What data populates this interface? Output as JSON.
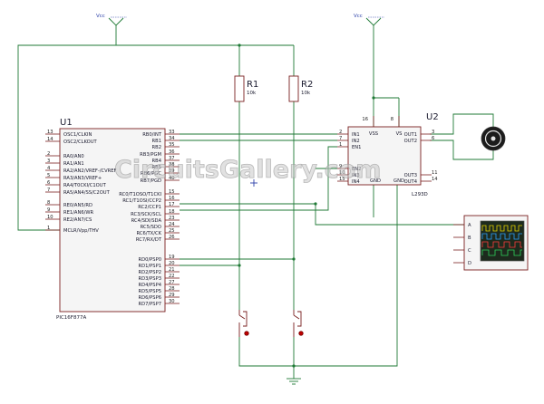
{
  "watermark": "CircuitsGallery.com",
  "power": {
    "left_label": "Vcc",
    "right_label": "Vcc"
  },
  "resistors": [
    {
      "name": "R1",
      "value": "10k"
    },
    {
      "name": "R2",
      "value": "10k"
    }
  ],
  "mcu": {
    "ref": "U1",
    "part": "PIC16F877A",
    "left_pins": [
      {
        "num": "13",
        "label": "OSC1/CLKIN"
      },
      {
        "num": "14",
        "label": "OSC2/CLKOUT"
      },
      {
        "num": "2",
        "label": "RA0/AN0"
      },
      {
        "num": "3",
        "label": "RA1/AN1"
      },
      {
        "num": "4",
        "label": "RA2/AN2/VREF-/CVREF"
      },
      {
        "num": "5",
        "label": "RA3/AN3/VREF+"
      },
      {
        "num": "6",
        "label": "RA4/T0CKI/C1OUT"
      },
      {
        "num": "7",
        "label": "RA5/AN4/SS/C2OUT"
      },
      {
        "num": "8",
        "label": "RE0/AN5/RD"
      },
      {
        "num": "9",
        "label": "RE1/AN6/WR"
      },
      {
        "num": "10",
        "label": "RE2/AN7/CS"
      },
      {
        "num": "1",
        "label": "MCLR/Vpp/THV"
      }
    ],
    "right_pins": [
      {
        "num": "33",
        "label": "RB0/INT"
      },
      {
        "num": "34",
        "label": "RB1"
      },
      {
        "num": "35",
        "label": "RB2"
      },
      {
        "num": "36",
        "label": "RB3/PGM"
      },
      {
        "num": "37",
        "label": "RB4"
      },
      {
        "num": "38",
        "label": "RB5"
      },
      {
        "num": "39",
        "label": "RB6/PGC"
      },
      {
        "num": "40",
        "label": "RB7/PGD"
      },
      {
        "num": "15",
        "label": "RC0/T1OSO/T1CKI"
      },
      {
        "num": "16",
        "label": "RC1/T1OSI/CCP2"
      },
      {
        "num": "17",
        "label": "RC2/CCP1"
      },
      {
        "num": "18",
        "label": "RC3/SCK/SCL"
      },
      {
        "num": "23",
        "label": "RC4/SDI/SDA"
      },
      {
        "num": "24",
        "label": "RC5/SDO"
      },
      {
        "num": "25",
        "label": "RC6/TX/CK"
      },
      {
        "num": "26",
        "label": "RC7/RX/DT"
      },
      {
        "num": "19",
        "label": "RD0/PSP0"
      },
      {
        "num": "20",
        "label": "RD1/PSP1"
      },
      {
        "num": "21",
        "label": "RD2/PSP2"
      },
      {
        "num": "22",
        "label": "RD3/PSP3"
      },
      {
        "num": "27",
        "label": "RD4/PSP4"
      },
      {
        "num": "28",
        "label": "RD5/PSP5"
      },
      {
        "num": "29",
        "label": "RD6/PSP6"
      },
      {
        "num": "30",
        "label": "RD7/PSP7"
      }
    ]
  },
  "driver": {
    "ref": "U2",
    "part": "L293D",
    "top_pins": [
      {
        "num": "16",
        "label": "VSS"
      },
      {
        "num": "8",
        "label": "VS"
      }
    ],
    "left_pins": [
      {
        "num": "2",
        "label": "IN1"
      },
      {
        "num": "7",
        "label": "IN2"
      },
      {
        "num": "1",
        "label": "EN1"
      },
      {
        "num": "9",
        "label": "EN2"
      },
      {
        "num": "10",
        "label": "IN3"
      },
      {
        "num": "15",
        "label": "IN4"
      }
    ],
    "right_pins": [
      {
        "num": "3",
        "label": "OUT1"
      },
      {
        "num": "6",
        "label": "OUT2"
      },
      {
        "num": "11",
        "label": "OUT3"
      },
      {
        "num": "14",
        "label": "OUT4"
      }
    ],
    "bottom_labels": [
      "GND",
      "GND"
    ]
  },
  "scope": {
    "channels": [
      "A",
      "B",
      "C",
      "D"
    ],
    "trace_colors": [
      "#e6d200",
      "#2ca0ff",
      "#ff3c3c",
      "#2ed25a"
    ]
  }
}
